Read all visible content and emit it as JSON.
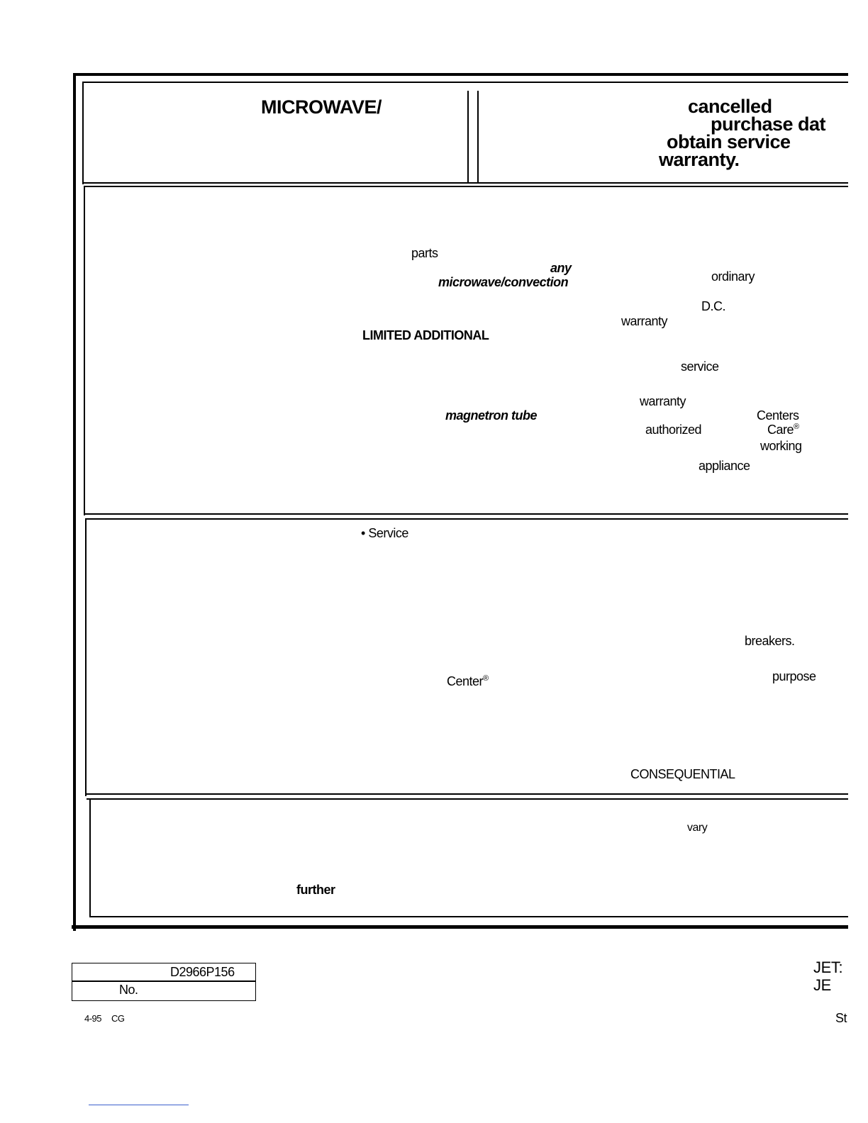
{
  "header": {
    "left_title": "MICROWAVE/",
    "right_lines": [
      "cancelled",
      "purchase dat",
      "obtain service",
      "warranty."
    ]
  },
  "coverage_section": {
    "words": {
      "parts": "parts",
      "any": "any",
      "microwave_convection": "microwave/convection",
      "ordinary": "ordinary",
      "dc": "D.C.",
      "warranty_1": "warranty",
      "limited_additional": "LIMITED ADDITIONAL",
      "service": "service",
      "warranty_2": "warranty",
      "magnetron_tube": "magnetron tube",
      "centers": "Centers",
      "authorized": "authorized",
      "care": "Care",
      "working": "working",
      "appliance": "appliance"
    }
  },
  "exclusions_section": {
    "words": {
      "service_bullet": "Service",
      "breakers": "breakers.",
      "center": "Center",
      "purpose": "purpose",
      "consequential": "CONSEQUENTIAL"
    }
  },
  "rights_section": {
    "words": {
      "vary": "vary",
      "further": "further"
    }
  },
  "footer": {
    "part_number": "D2966P156",
    "no_label": "No.",
    "date_code": "4-95",
    "cg": "CG",
    "model_1": "JET:",
    "model_2": "JE",
    "st": "St"
  }
}
